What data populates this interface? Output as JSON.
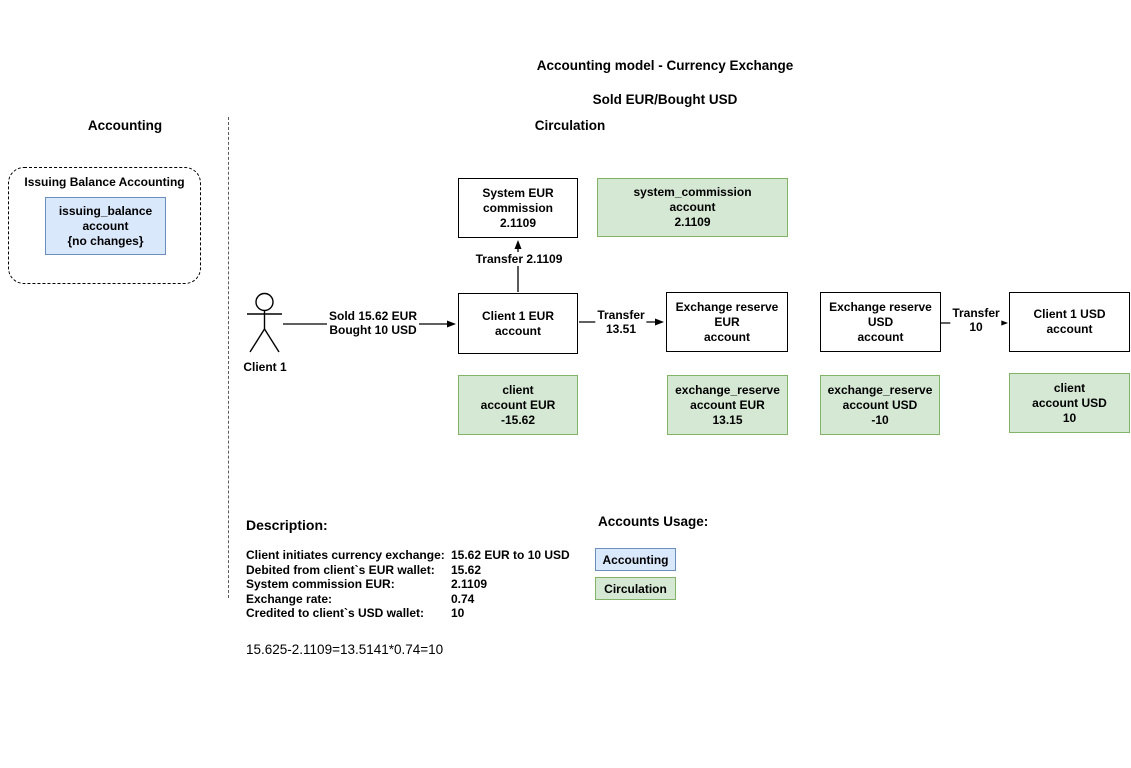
{
  "title": {
    "line1": "Accounting model - Currency Exchange",
    "line2": "Sold EUR/Bought USD"
  },
  "sections": {
    "accounting_header": "Accounting",
    "circulation_header": "Circulation"
  },
  "accounting_area": {
    "container_label": "Issuing Balance Accounting",
    "issuing_balance_box": "issuing_balance\naccount\n{no changes}"
  },
  "actor": {
    "label": "Client 1"
  },
  "nodes": {
    "system_eur_commission": "System EUR\ncommission\n2.1109",
    "system_commission_account": "system_commission\naccount\n2.1109",
    "client1_eur_account": "Client 1 EUR\naccount",
    "exchange_reserve_eur": "Exchange reserve\nEUR\naccount",
    "exchange_reserve_usd": "Exchange reserve\nUSD\naccount",
    "client1_usd_account": "Client 1 USD\naccount",
    "client_account_eur": "client\naccount EUR\n-15.62",
    "exchange_reserve_account_eur": "exchange_reserve\naccount EUR\n13.15",
    "exchange_reserve_account_usd": "exchange_reserve\naccount USD\n-10",
    "client_account_usd": "client\naccount USD\n10"
  },
  "edges": {
    "sold_bought_label": "Sold 15.62 EUR\nBought 10 USD",
    "transfer_commission_label": "Transfer 2.1109",
    "transfer_eur_label": "Transfer\n13.51",
    "transfer_usd_label": "Transfer\n10"
  },
  "description": {
    "heading": "Description:",
    "rows": [
      {
        "label": "Client initiates currency exchange:",
        "value": "15.62 EUR to 10 USD"
      },
      {
        "label": "Debited from client`s EUR wallet:",
        "value": "15.62"
      },
      {
        "label": "System commission EUR:",
        "value": "2.1109"
      },
      {
        "label": "Exchange rate:",
        "value": "0.74"
      },
      {
        "label": "Credited to client`s USD wallet:",
        "value": "10"
      }
    ],
    "formula": "15.625-2.1109=13.5141*0.74=10"
  },
  "legend": {
    "heading": "Accounts Usage:",
    "items": [
      {
        "label": "Accounting"
      },
      {
        "label": "Circulation"
      }
    ]
  },
  "colors": {
    "accounting_fill": "#dae8fc",
    "accounting_border": "#6c8ebf",
    "circulation_fill": "#d5e8d4",
    "circulation_border": "#82b366"
  }
}
